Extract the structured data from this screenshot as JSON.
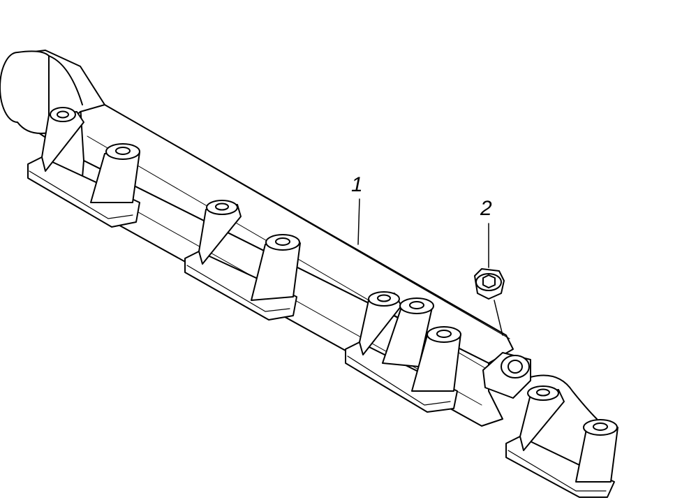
{
  "diagram": {
    "callouts": [
      {
        "label": "1",
        "part": "exhaust-manifold"
      },
      {
        "label": "2",
        "part": "nut"
      }
    ],
    "line_color": "#000000",
    "background": "#ffffff"
  }
}
